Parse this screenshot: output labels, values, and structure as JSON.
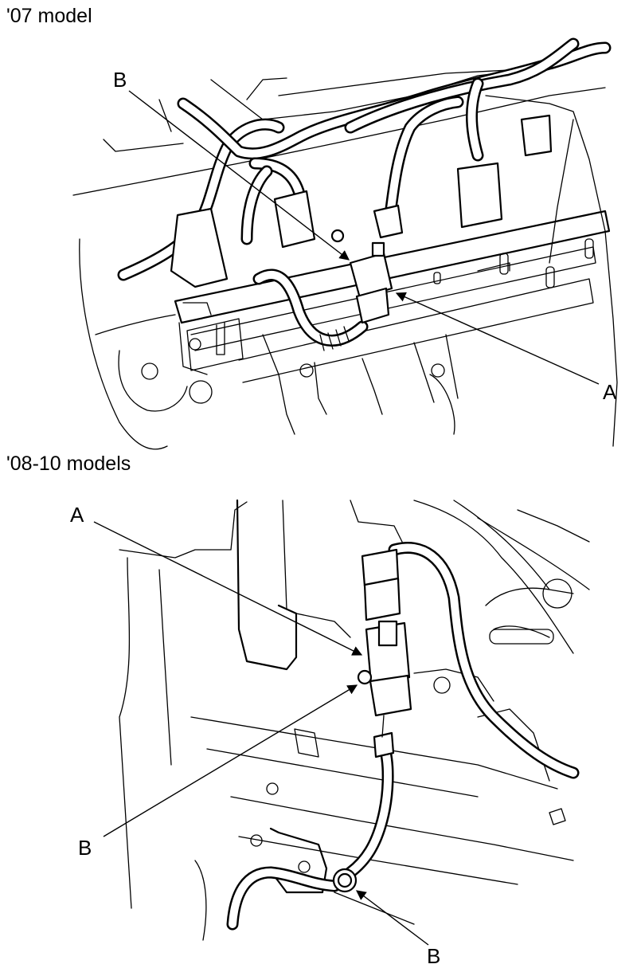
{
  "views": [
    {
      "heading": "'07 model",
      "callouts": {
        "a": "A",
        "b": "B"
      }
    },
    {
      "heading": "'08-10 models",
      "callouts": {
        "a": "A",
        "b1": "B",
        "b2": "B"
      }
    }
  ]
}
